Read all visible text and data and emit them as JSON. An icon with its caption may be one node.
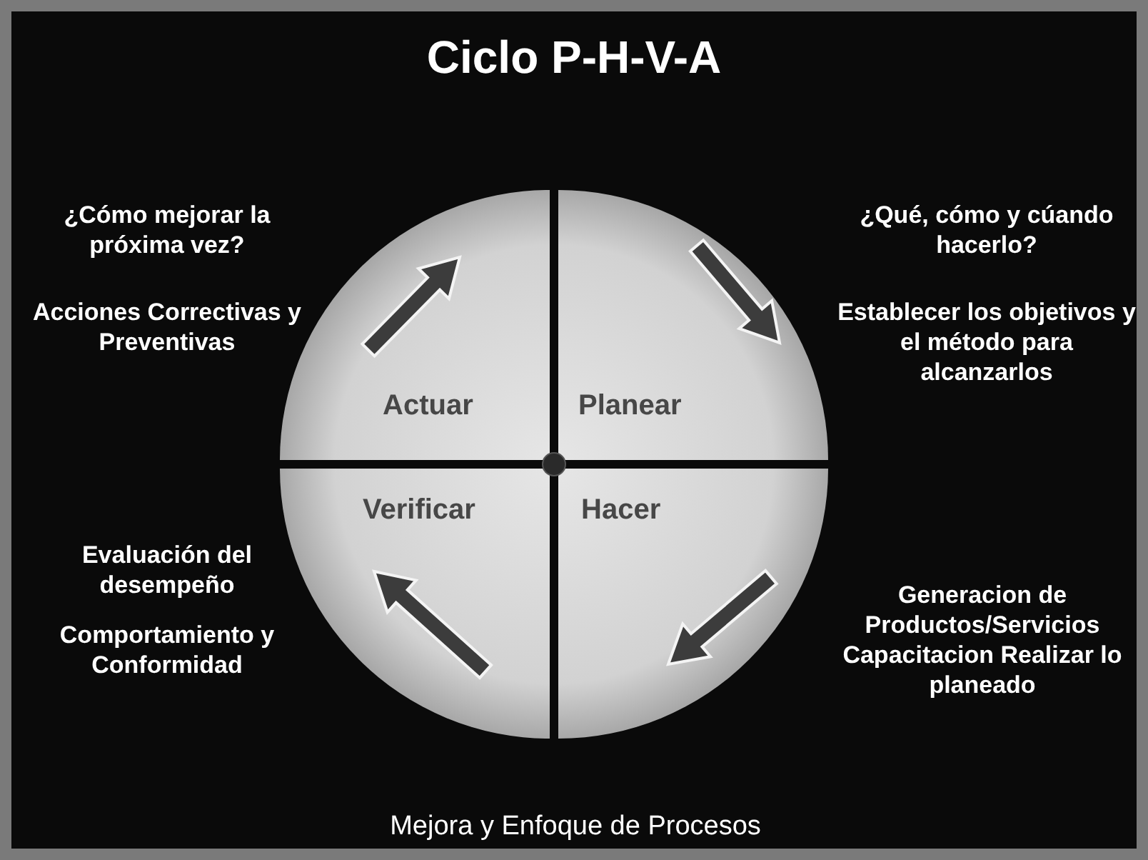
{
  "diagram": {
    "title": "Ciclo P-H-V-A",
    "nodes": [
      {
        "text": [
          "Actuar"
        ]
      },
      {
        "text": [
          "Planear"
        ]
      },
      {
        "text": [
          "Verificar"
        ]
      },
      {
        "text": [
          "Hacer"
        ]
      }
    ],
    "labels": [
      "¿Cómo mejorar la próxima vez?",
      "¿Qué, cómo y cúando hacerlo?",
      "Acciones Correctivas y Preventivas",
      "Establecer los objetivos y el método para alcanzarlos",
      "Evaluación del desempeño",
      "Generacion de Productos/Servicios Capacitacion Realizar lo planeado",
      "Comportamiento y Conformidad",
      "Mejora y Enfoque de Procesos"
    ]
  }
}
